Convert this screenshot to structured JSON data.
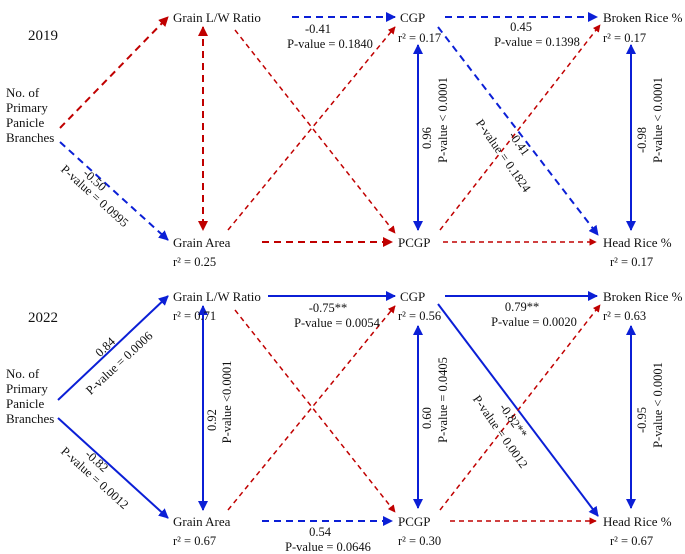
{
  "colors": {
    "negative": "#c00000",
    "positive": "#0b1fd6",
    "text": "#111111"
  },
  "panels": [
    {
      "year": "2019",
      "nodes": {
        "branches": [
          "No. of",
          "Primary",
          "Panicle",
          "Branches"
        ],
        "lw": "Grain L/W Ratio",
        "cgp": "CGP",
        "broken": "Broken Rice %",
        "area": "Grain Area",
        "pcgp": "PCGP",
        "head": "Head Rice %"
      },
      "r2": {
        "cgp": "r² = 0.17",
        "broken": "r² = 0.17",
        "area": "r² = 0.25",
        "head": "r² = 0.17"
      },
      "labels": {
        "lw_cgp_coef": "-0.41",
        "lw_cgp_p": "P-value = 0.1840",
        "cgp_broken_coef": "0.45",
        "cgp_broken_p": "P-value = 0.1398",
        "branch_area_coef": "-0.50",
        "branch_area_p": "P-value = 0.0995",
        "cgp_pcgp_coef": "0.96",
        "cgp_pcgp_p": "P-value < 0.0001",
        "cgp_head_coef": "-0.41",
        "cgp_head_p": "P-value = 0.1824",
        "broken_head_coef": "-0.98",
        "broken_head_p": "P-value < 0.0001"
      }
    },
    {
      "year": "2022",
      "nodes": {
        "branches": [
          "No. of",
          "Primary",
          "Panicle",
          "Branches"
        ],
        "lw": "Grain L/W Ratio",
        "cgp": "CGP",
        "broken": "Broken Rice %",
        "area": "Grain Area",
        "pcgp": "PCGP",
        "head": "Head Rice %"
      },
      "r2": {
        "lw": "r² = 0.71",
        "cgp": "r² = 0.56",
        "broken": "r² = 0.63",
        "area": "r² = 0.67",
        "pcgp": "r² = 0.30",
        "head": "r² = 0.67"
      },
      "labels": {
        "branch_lw_coef": "0.84",
        "branch_lw_p": "P-value = 0.0006",
        "branch_area_coef": "-0.82",
        "branch_area_p": "P-value = 0.0012",
        "lw_area_coef": "0.92",
        "lw_area_p": "P-value <0.0001",
        "lw_cgp_coef": "-0.75**",
        "lw_cgp_p": "P-value = 0.0054",
        "cgp_broken_coef": "0.79**",
        "cgp_broken_p": "P-value = 0.0020",
        "cgp_pcgp_coef": "0.60",
        "cgp_pcgp_p": "P-value = 0.0405",
        "cgp_head_coef": "-0.82**",
        "cgp_head_p": "P-value = 0.0012",
        "broken_head_coef": "-0.95",
        "broken_head_p": "P-value < 0.0001",
        "area_pcgp_coef": "0.54",
        "area_pcgp_p": "P-value = 0.0646"
      }
    }
  ]
}
